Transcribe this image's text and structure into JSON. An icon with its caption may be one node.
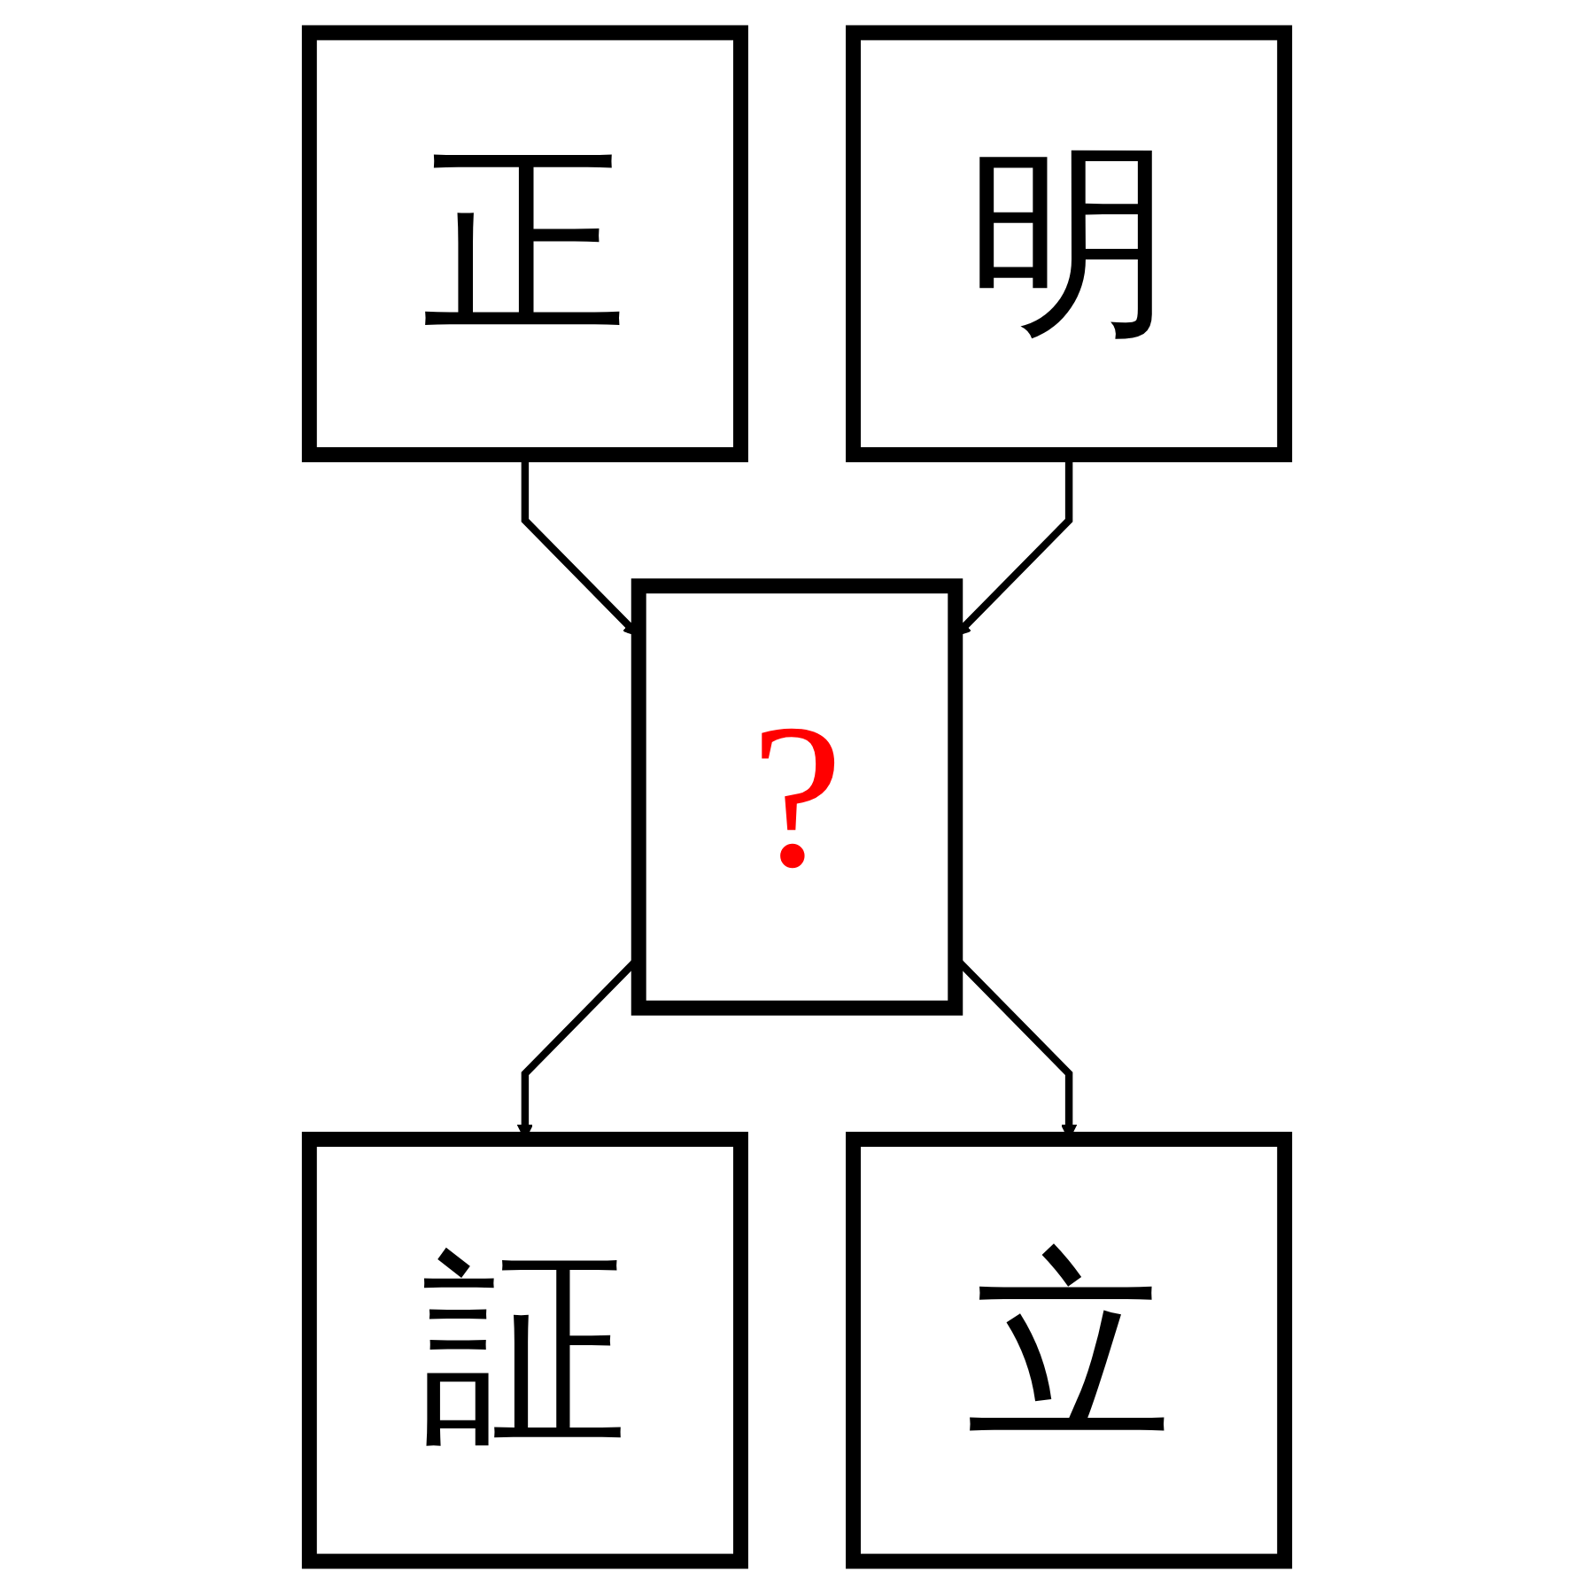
{
  "diagram": {
    "nodes": [
      {
        "text": [
          "正"
        ]
      },
      {
        "text": [
          "明"
        ]
      },
      {
        "text": [
          "?"
        ]
      },
      {
        "text": [
          "証"
        ]
      },
      {
        "text": [
          "立"
        ]
      }
    ],
    "edges": [
      {
        "from": 0,
        "to": 2,
        "arrow": "to"
      },
      {
        "from": 1,
        "to": 2,
        "arrow": "to"
      },
      {
        "from": 2,
        "to": 3,
        "arrow": "to"
      },
      {
        "from": 2,
        "to": 4,
        "arrow": "to"
      }
    ]
  }
}
